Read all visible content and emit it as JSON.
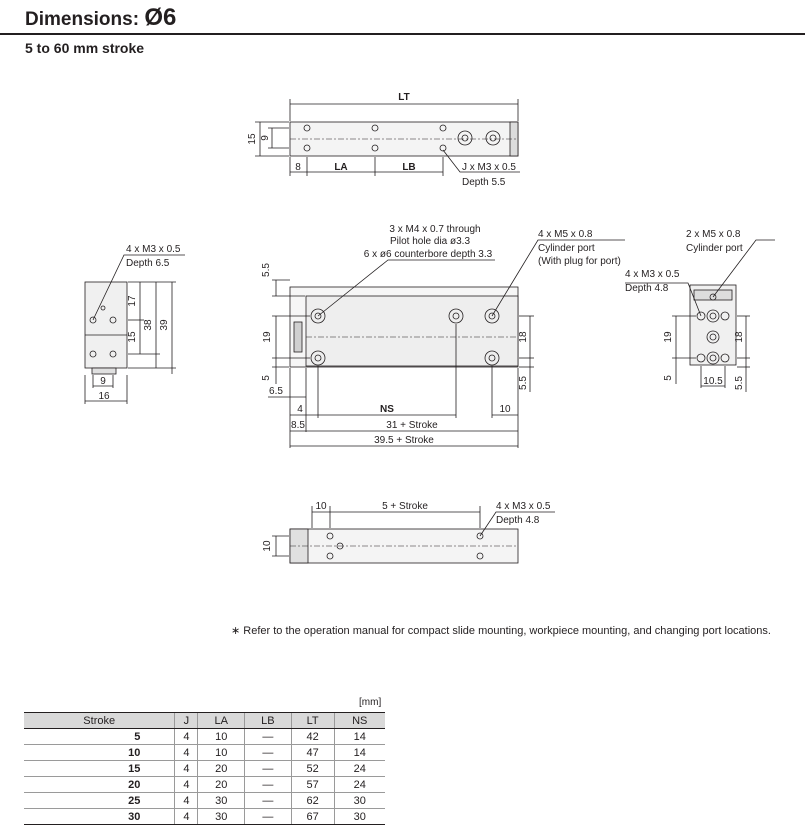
{
  "header": {
    "title": "Dimensions: ",
    "symbol": "Ø6",
    "subtitle": "5 to 60 mm stroke"
  },
  "top_view": {
    "LT": "LT",
    "h15": "15",
    "h9": "9",
    "d8": "8",
    "LA": "LA",
    "LB": "LB",
    "thread": "J x M3 x 0.5",
    "depth": "Depth 5.5"
  },
  "side_view": {
    "callout": "4 x M3 x 0.5",
    "depth": "Depth 6.5",
    "d17": "17",
    "d15": "15",
    "d38": "38",
    "d39": "39",
    "d9": "9",
    "d16": "16"
  },
  "front_view": {
    "pilot_1": "3 x M4 x 0.7 through",
    "pilot_2": "Pilot hole dia ø3.3",
    "pilot_3": "6 x ø6 counterbore depth 3.3",
    "port_1": "4 x M5 x 0.8",
    "port_2": "Cylinder port",
    "port_3": "(With plug for port)",
    "d55a": "5.5",
    "d19": "19",
    "d5": "5",
    "d65": "6.5",
    "d18": "18",
    "d55b": "5.5",
    "d4": "4",
    "NS": "NS",
    "d10": "10",
    "d85": "8.5",
    "s31": "31 + Stroke",
    "s395": "39.5 + Stroke"
  },
  "end_view": {
    "port_1": "2 x M5 x 0.8",
    "port_2": "Cylinder port",
    "thread": "4 x M3 x 0.5",
    "depth": "Depth 4.8",
    "d19": "19",
    "d18": "18",
    "d5": "5",
    "d105": "10.5",
    "d55": "5.5"
  },
  "bottom_view": {
    "d10a": "10",
    "stroke": "5 + Stroke",
    "thread": "4 x M3 x 0.5",
    "depth": "Depth 4.8",
    "d10b": "10"
  },
  "note": "∗  Refer to the operation manual for compact slide mounting, workpiece mounting, and changing port locations.",
  "table": {
    "unit": "[mm]",
    "headers": [
      "Stroke",
      "J",
      "LA",
      "LB",
      "LT",
      "NS"
    ],
    "rows": [
      [
        "5",
        "4",
        "10",
        "—",
        "42",
        "14"
      ],
      [
        "10",
        "4",
        "10",
        "—",
        "47",
        "14"
      ],
      [
        "15",
        "4",
        "20",
        "—",
        "52",
        "24"
      ],
      [
        "20",
        "4",
        "20",
        "—",
        "57",
        "24"
      ],
      [
        "25",
        "4",
        "30",
        "—",
        "62",
        "30"
      ],
      [
        "30",
        "4",
        "30",
        "—",
        "67",
        "30"
      ]
    ]
  }
}
